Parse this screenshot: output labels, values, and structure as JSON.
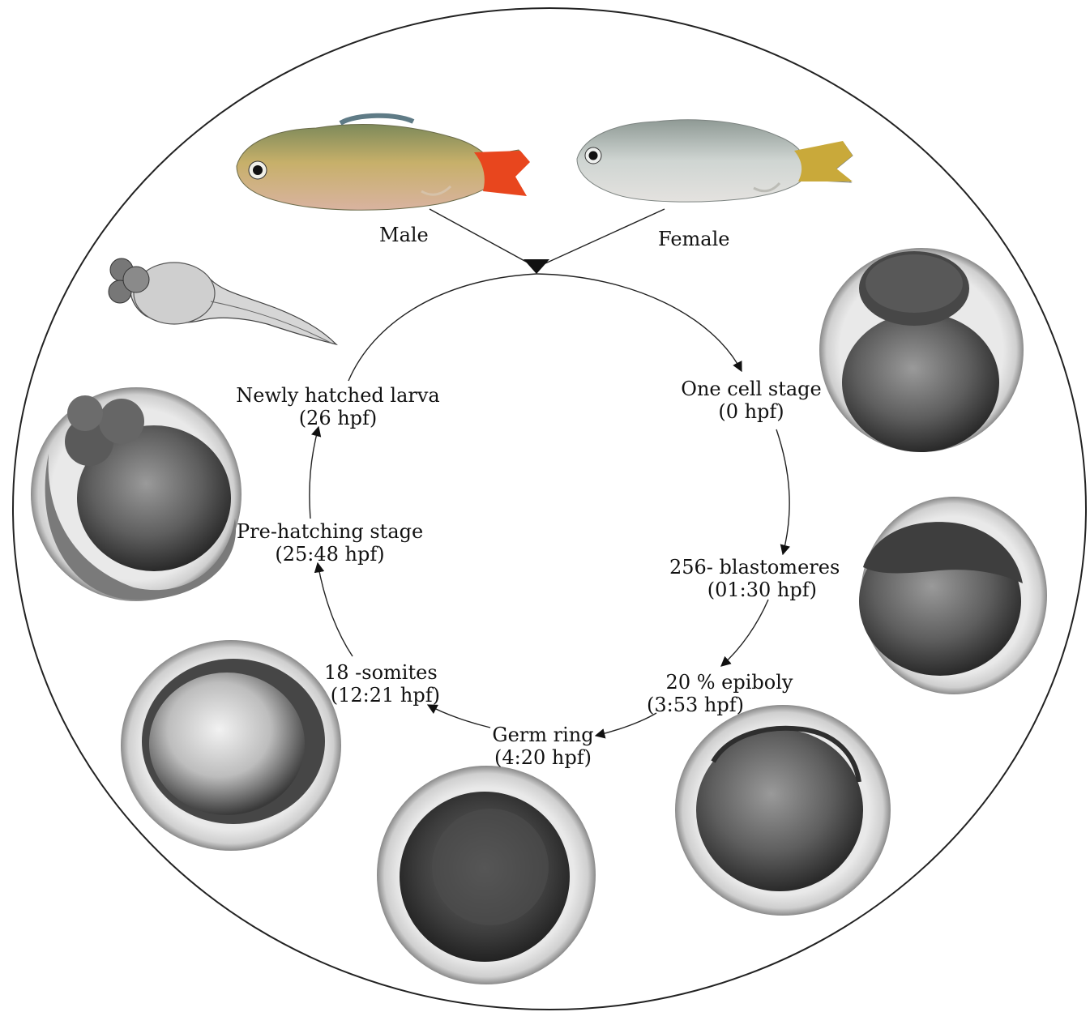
{
  "parents": {
    "male_label": "Male",
    "female_label": "Female"
  },
  "stages": [
    {
      "name": "One cell stage",
      "time": "(0 hpf)"
    },
    {
      "name": "256- blastomeres",
      "time": "(01:30 hpf)"
    },
    {
      "name": "20 % epiboly",
      "time": "(3:53 hpf)"
    },
    {
      "name": "Germ ring",
      "time": "(4:20 hpf)"
    },
    {
      "name": "18 -somites",
      "time": "(12:21 hpf)"
    },
    {
      "name": "Pre-hatching stage",
      "time": "(25:48 hpf)"
    },
    {
      "name": "Newly hatched larva",
      "time": "(26 hpf)"
    }
  ],
  "colors": {
    "outline": "#222222",
    "text": "#111111",
    "male_body": "#b9b37a",
    "male_tail": "#e8461e",
    "female_body": "#c9cfcb",
    "female_tail": "#c9a93a",
    "embryo_dark": "#3a3a3a",
    "embryo_light": "#bdbdbd"
  }
}
